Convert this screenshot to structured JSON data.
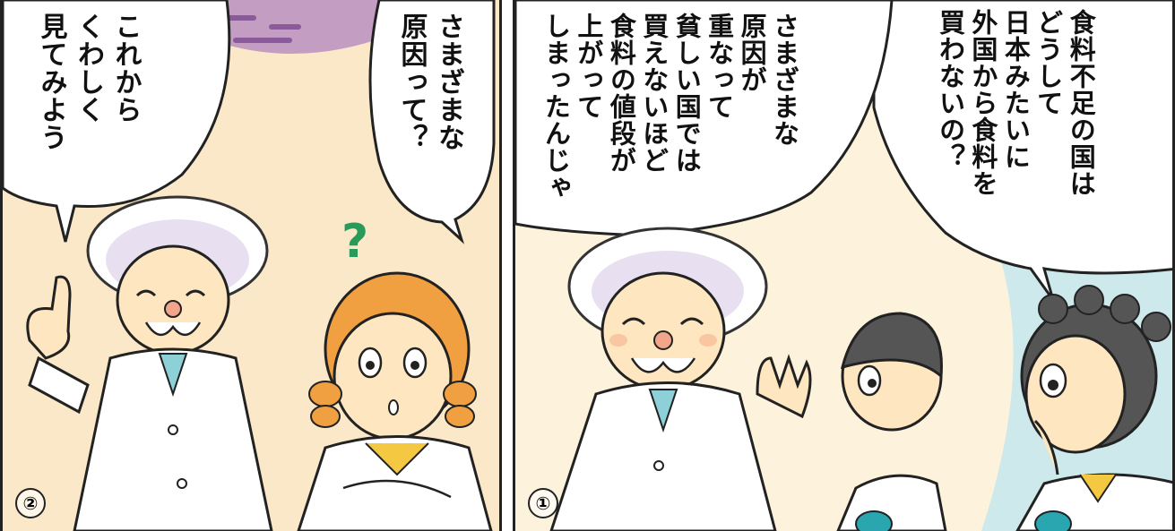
{
  "panels": [
    {
      "number": "②",
      "teacher_speech": [
        "これから",
        "くわしく",
        "見てみよう"
      ],
      "girl_speech": [
        "さまざまな",
        "原因って？"
      ],
      "girl_reaction": "?"
    },
    {
      "number": "①",
      "teacher_speech": [
        "さまざまな",
        "原因が",
        "重なって",
        "貧しい国では",
        "買えないほど",
        "食料の値段が",
        "上がって",
        "しまったんじゃ"
      ],
      "girl_speech": [
        "食料不足の国は",
        "どうして",
        "日本みたいに",
        "外国から食料を",
        "買わないの？"
      ]
    }
  ]
}
